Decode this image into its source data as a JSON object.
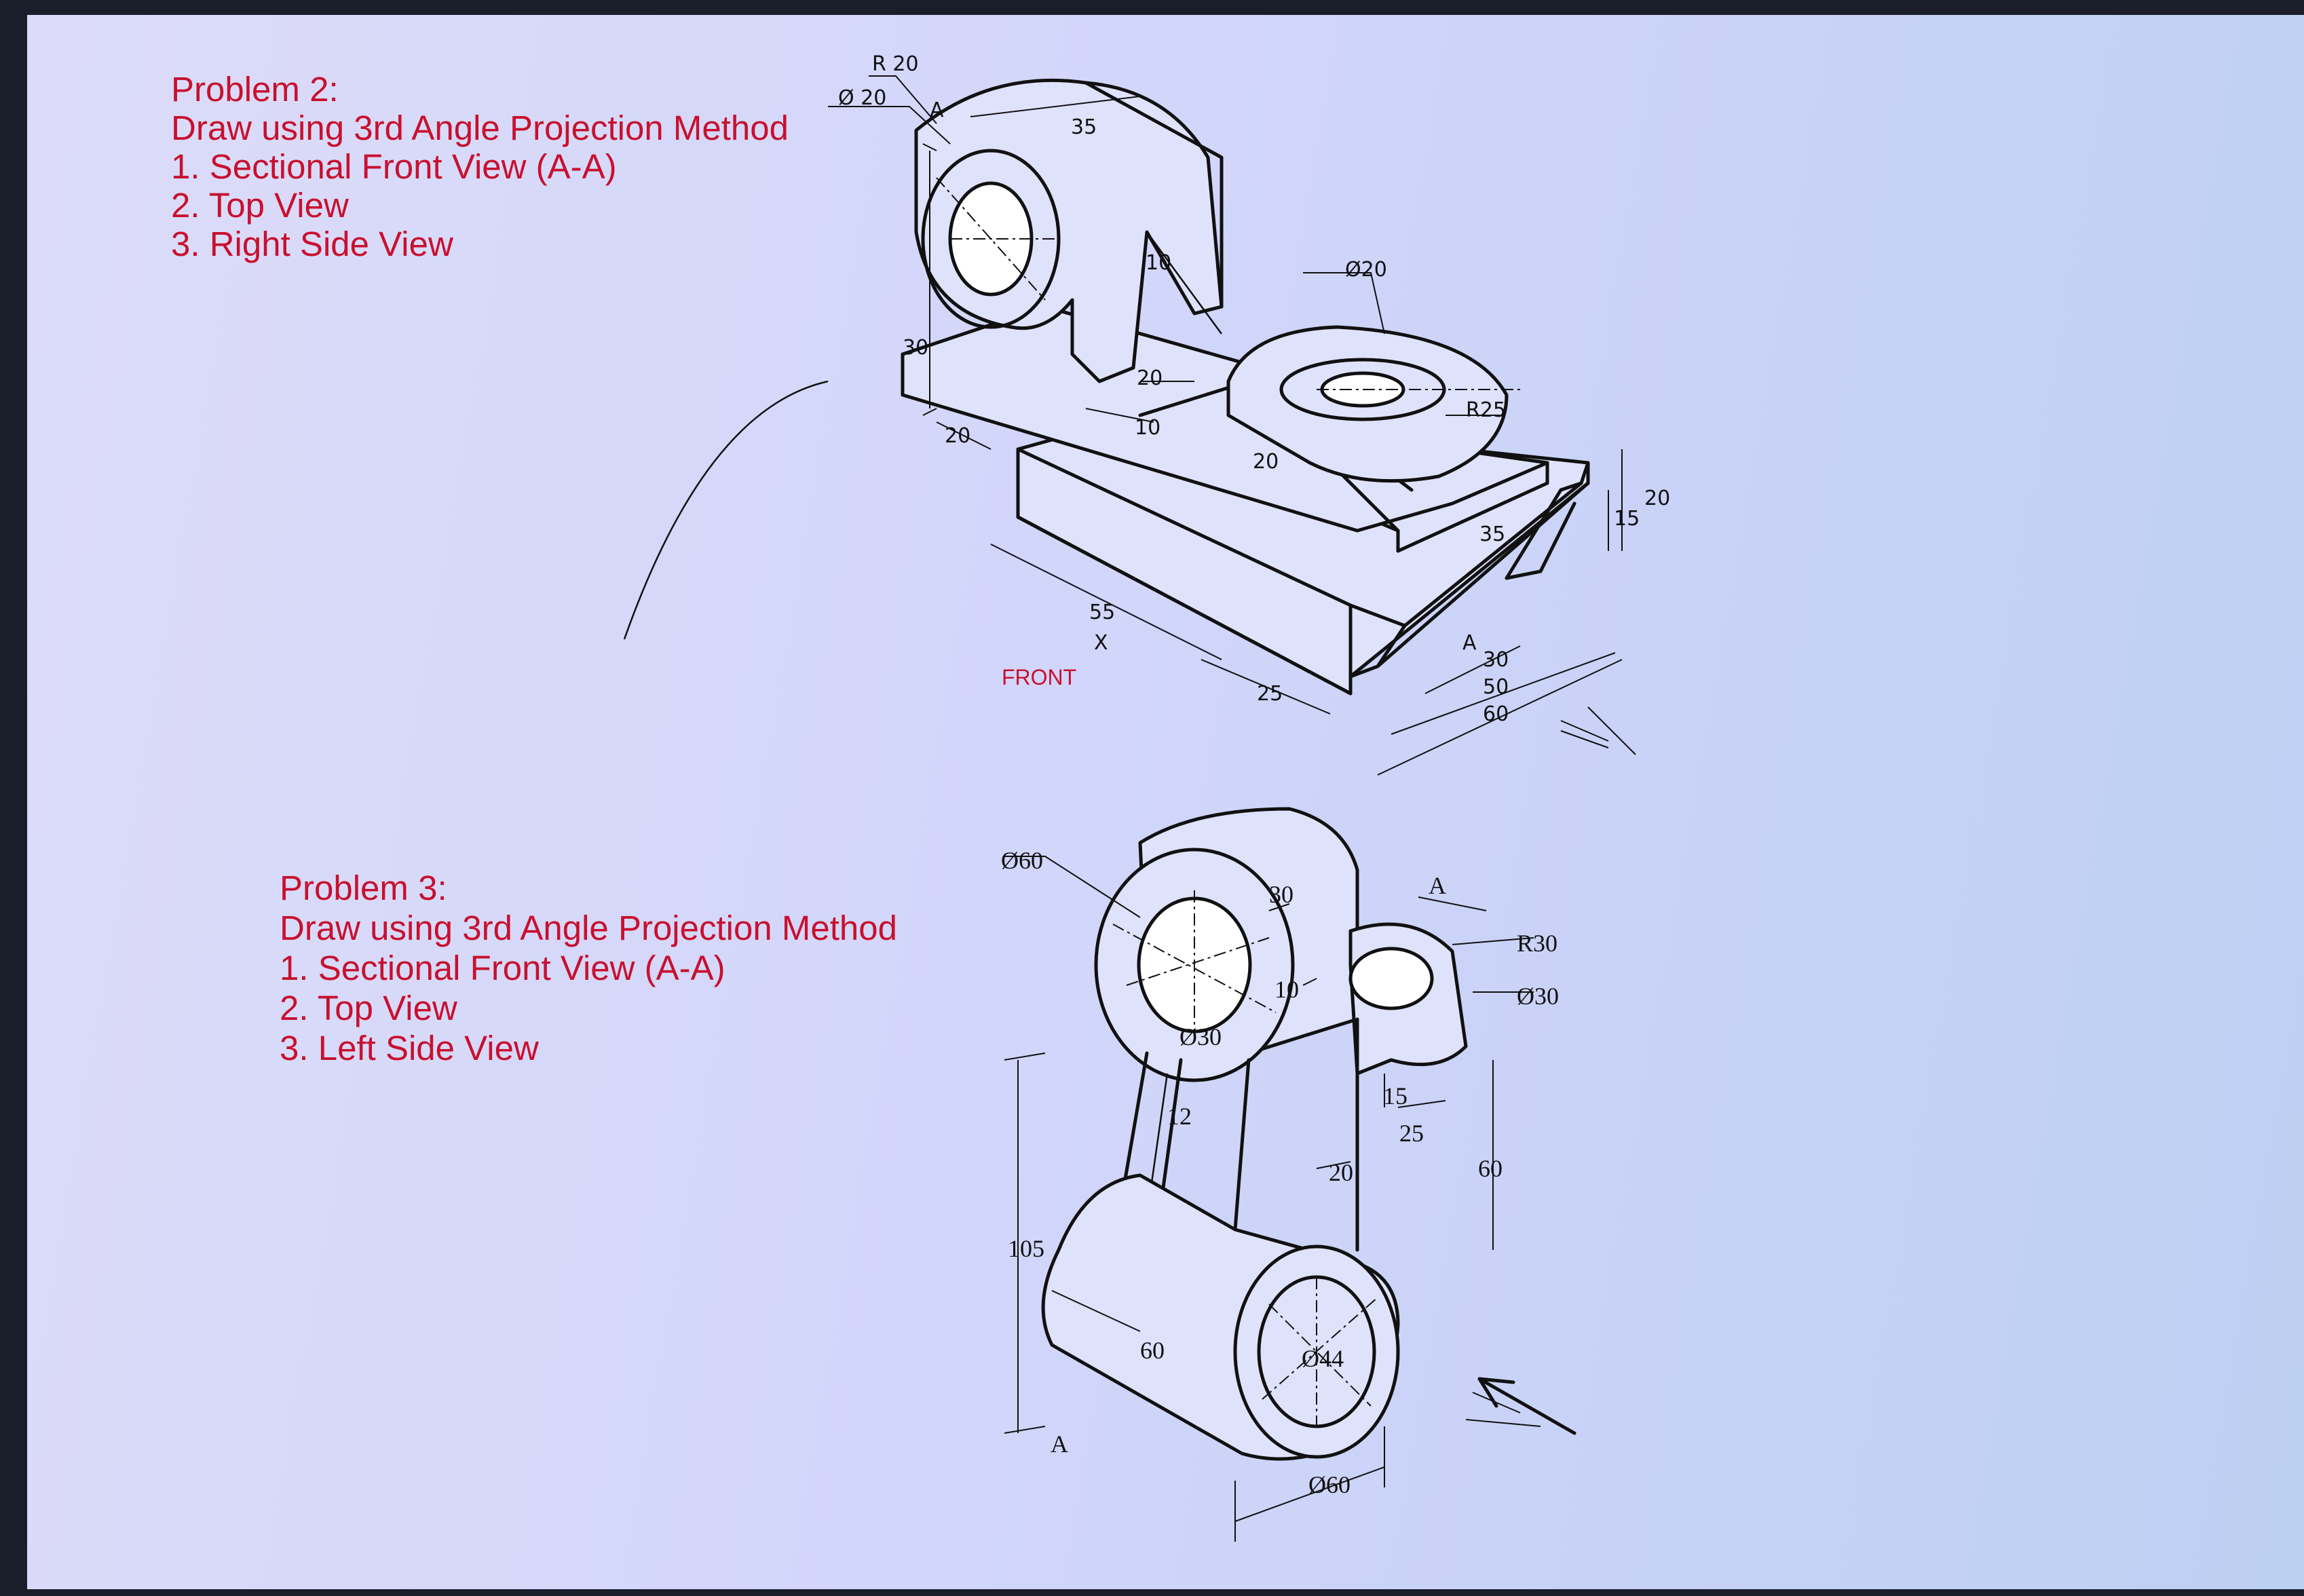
{
  "problem2": {
    "title": "Problem 2:",
    "instruction": "Draw using 3rd Angle Projection Method",
    "items": [
      "1. Sectional Front View (A-A)",
      "2. Top View",
      "3. Right Side View"
    ],
    "front_label": "FRONT",
    "dims": {
      "r20": "R 20",
      "d20_top": "Ø 20",
      "a": "A",
      "d35": "35",
      "d10": "10",
      "d30": "30",
      "d20a": "20",
      "d20b": "20",
      "d10b": "10",
      "d20c": "20",
      "d55": "55",
      "x": "X",
      "d25": "25",
      "d20_boss": "Ø20",
      "r25": "R25",
      "d35b": "35",
      "a2": "A",
      "d30b": "30",
      "d50": "50",
      "d60": "60",
      "d20_side": "20",
      "d15": "15"
    }
  },
  "problem3": {
    "title": "Problem 3:",
    "instruction": "Draw using 3rd Angle Projection Method",
    "items": [
      "1. Sectional Front View (A-A)",
      "2. Top View",
      "3. Left Side View"
    ],
    "dims": {
      "d60_top": "Ø60",
      "d30": "30",
      "a": "A",
      "r30": "R30",
      "d30_hole": "Ø30",
      "d10": "10",
      "d30_boss": "Ø30",
      "d12": "12",
      "d15": "15",
      "d25": "25",
      "d20": "20",
      "d60": "60",
      "d105": "105",
      "d60b": "60",
      "d44": "Ø44",
      "a2": "A",
      "d60_bottom": "Ø60"
    }
  },
  "colors": {
    "text_red": "#c8102e",
    "screen_bg": "#d4d8fa",
    "line": "#111111"
  }
}
